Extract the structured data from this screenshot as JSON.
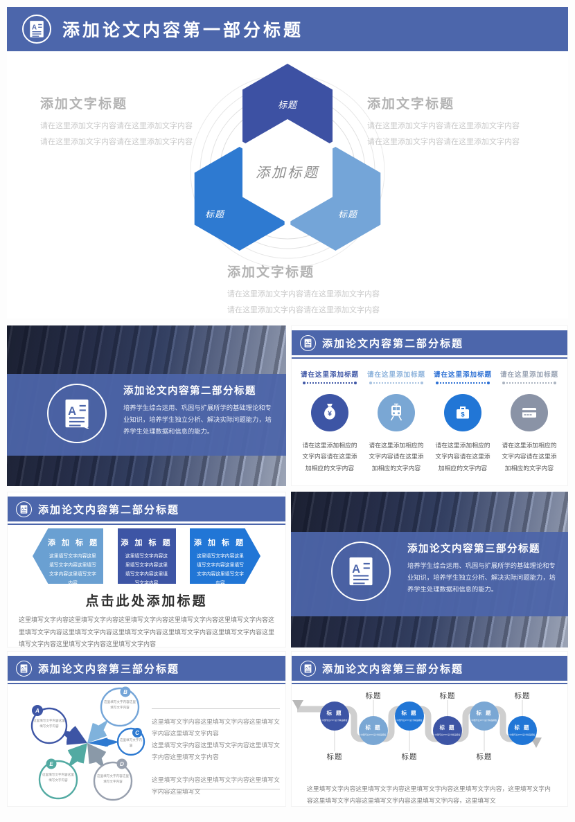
{
  "colors": {
    "banner": "#4c66ab",
    "indigo": "#3d55a5",
    "blue": "#2176d6",
    "lightblue": "#7aa7d4",
    "gray": "#8a93a6",
    "teal": "#52aaa2"
  },
  "slide1": {
    "banner_title": "添加论文内容第一部分标题",
    "diagram": {
      "center": "添加标题",
      "top": "标题",
      "left": "标题",
      "right": "标题"
    },
    "blocks": {
      "left": {
        "title": "添加文字标题",
        "line1": "请在这里添加文字内容请在这里添加文字内容",
        "line2": "请在这里添加文字内容请在这里添加文字内容"
      },
      "right": {
        "title": "添加文字标题",
        "line1": "请在这里添加文字内容请在这里添加文字内容",
        "line2": "请在这里添加文字内容请在这里添加文字内容"
      },
      "bottom": {
        "title": "添加文字标题",
        "line1": "请在这里添加文字内容请在这里添加文字内容",
        "line2": "请在这里添加文字内容请在这里添加文字内容"
      }
    }
  },
  "slide2_photo": {
    "title": "添加论文内容第二部分标题",
    "body": "培养学生综合运用、巩固与扩展所学的基础理论和专业知识，培养学生独立分析、解决实际问题能力，培养学生处理数据和信息的能力。"
  },
  "slide2_icons": {
    "header": "添加论文内容第二部分标题",
    "columns": [
      {
        "heading": "请在这里添加标题",
        "icon": "money-bag-icon",
        "color": "#3d55a5",
        "body": "请在这里添加相应的文字内容请在这里添加相应的文字内容"
      },
      {
        "heading": "请在这里添加标题",
        "icon": "train-icon",
        "color": "#7aa7d4",
        "body": "请在这里添加相应的文字内容请在这里添加相应的文字内容"
      },
      {
        "heading": "请在这里添加标题",
        "icon": "briefcase-icon",
        "color": "#2176d6",
        "body": "请在这里添加相应的文字内容请在这里添加相应的文字内容"
      },
      {
        "heading": "请在这里添加标题",
        "icon": "credit-card-icon",
        "color": "#8a93a6",
        "body": "请在这里添加相应的文字内容请在这里添加相应的文字内容"
      }
    ]
  },
  "slide3_shapes": {
    "header": "添加论文内容第二部分标题",
    "shapes": [
      {
        "title": "添 加 标 题",
        "body": "这里填写文字内容这里填写文字内容这里填写文字内容这里填写文字内容"
      },
      {
        "title": "添 加 标 题",
        "body": "这里填写文字内容这里填写文字内容这里填写文字内容这里填写文字内容"
      },
      {
        "title": "添 加 标 题",
        "body": "这里填写文字内容这里填写文字内容这里填写文字内容这里填写文字内容"
      }
    ],
    "headline": "点击此处添加标题",
    "paragraph": "这里填写文字内容这里填写文字内容这里填写文字内容这里填写文字内容这里填写文字内容这里填写文字内容这里填写文字内容这里填写文字内容这里填写文字内容这里填写文字内容这里填写文字内容这里填写文字内容这里填写文字内容"
  },
  "slide3_photo": {
    "title": "添加论文内容第三部分标题",
    "body": "培养学生综合运用、巩固与扩展所学的基础理论和专业知识，培养学生独立分析、解决实际问题能力，培养学生处理数据和信息的能力。"
  },
  "slide4_radial": {
    "header": "添加论文内容第三部分标题",
    "nodes": [
      {
        "badge": "A",
        "text": "这里填写文字内容这里填写文字内容"
      },
      {
        "badge": "B",
        "text": "这里填写文字内容这里填写文字内容"
      },
      {
        "badge": "C",
        "text": "这里填写文字内容"
      },
      {
        "badge": "D",
        "text": "这里填写文字内容这里填写文字内容"
      },
      {
        "badge": "E",
        "text": "这里填写文字内容这里填写文字内容"
      }
    ],
    "para1": "这里填写文字内容这里填写文字内容这里填写文字内容这里填写文字内容",
    "para2": "这里填写文字内容这里填写文字内容这里填写文字内容这里填写文字内容",
    "para3": "这里填写文字内容这里填写文字内容这里填写文字内容这里填写文"
  },
  "slide4_timeline": {
    "header": "添加论文内容第三部分标题",
    "steps": [
      {
        "label": "标 题",
        "sub": "中国专业PPT设计精品模板"
      },
      {
        "label": "标 题",
        "sub": "中国专业PPT设计精品模板"
      },
      {
        "label": "标 题",
        "sub": "中国专业PPT设计精品模板"
      },
      {
        "label": "标 题",
        "sub": "中国专业PPT设计精品模板"
      },
      {
        "label": "标 题",
        "sub": "中国专业PPT设计精品模板"
      },
      {
        "label": "标 题",
        "sub": "中国专业PPT设计精品模板"
      }
    ],
    "top_labels": [
      "标题",
      "标题",
      "标题"
    ],
    "bottom_labels": [
      "标题",
      "标题",
      "标题"
    ],
    "footer": "这里填写文字内容这里填写文字内容这里填写文字内容这里填写文字内容，这里填写文字内容这里填写文字内容这里填写文字内容这里填写文字内容，这里填写文"
  }
}
